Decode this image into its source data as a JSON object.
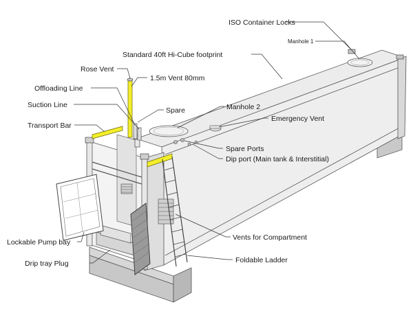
{
  "diagram": {
    "labels": {
      "iso_locks": "ISO Container Locks",
      "manhole1": "Manhole 1",
      "footprint": "Standard 40ft Hi-Cube footprint",
      "rose_vent": "Rose Vent",
      "vent_15m": "1.5m Vent 80mm",
      "offloading": "Offloading Line",
      "suction": "Suction Line",
      "spare": "Spare",
      "manhole2": "Manhole 2",
      "emergency": "Emergency Vent",
      "transport_bar": "Transport Bar",
      "spare_ports": "Spare Ports",
      "dip_port": "Dip port (Main tank & Interstitial)",
      "pump_bay": "Lockable Pump bay",
      "vents_comp": "Vents for Compartment",
      "drip_tray": "Drip tray Plug",
      "ladder": "Foldable Ladder"
    },
    "colors": {
      "highlight": "#f3ee2c",
      "panel_light": "#f4f4f4",
      "panel_mid": "#e6e6e6",
      "panel_dark": "#cfcfcf",
      "base": "#d2d2d2"
    }
  }
}
